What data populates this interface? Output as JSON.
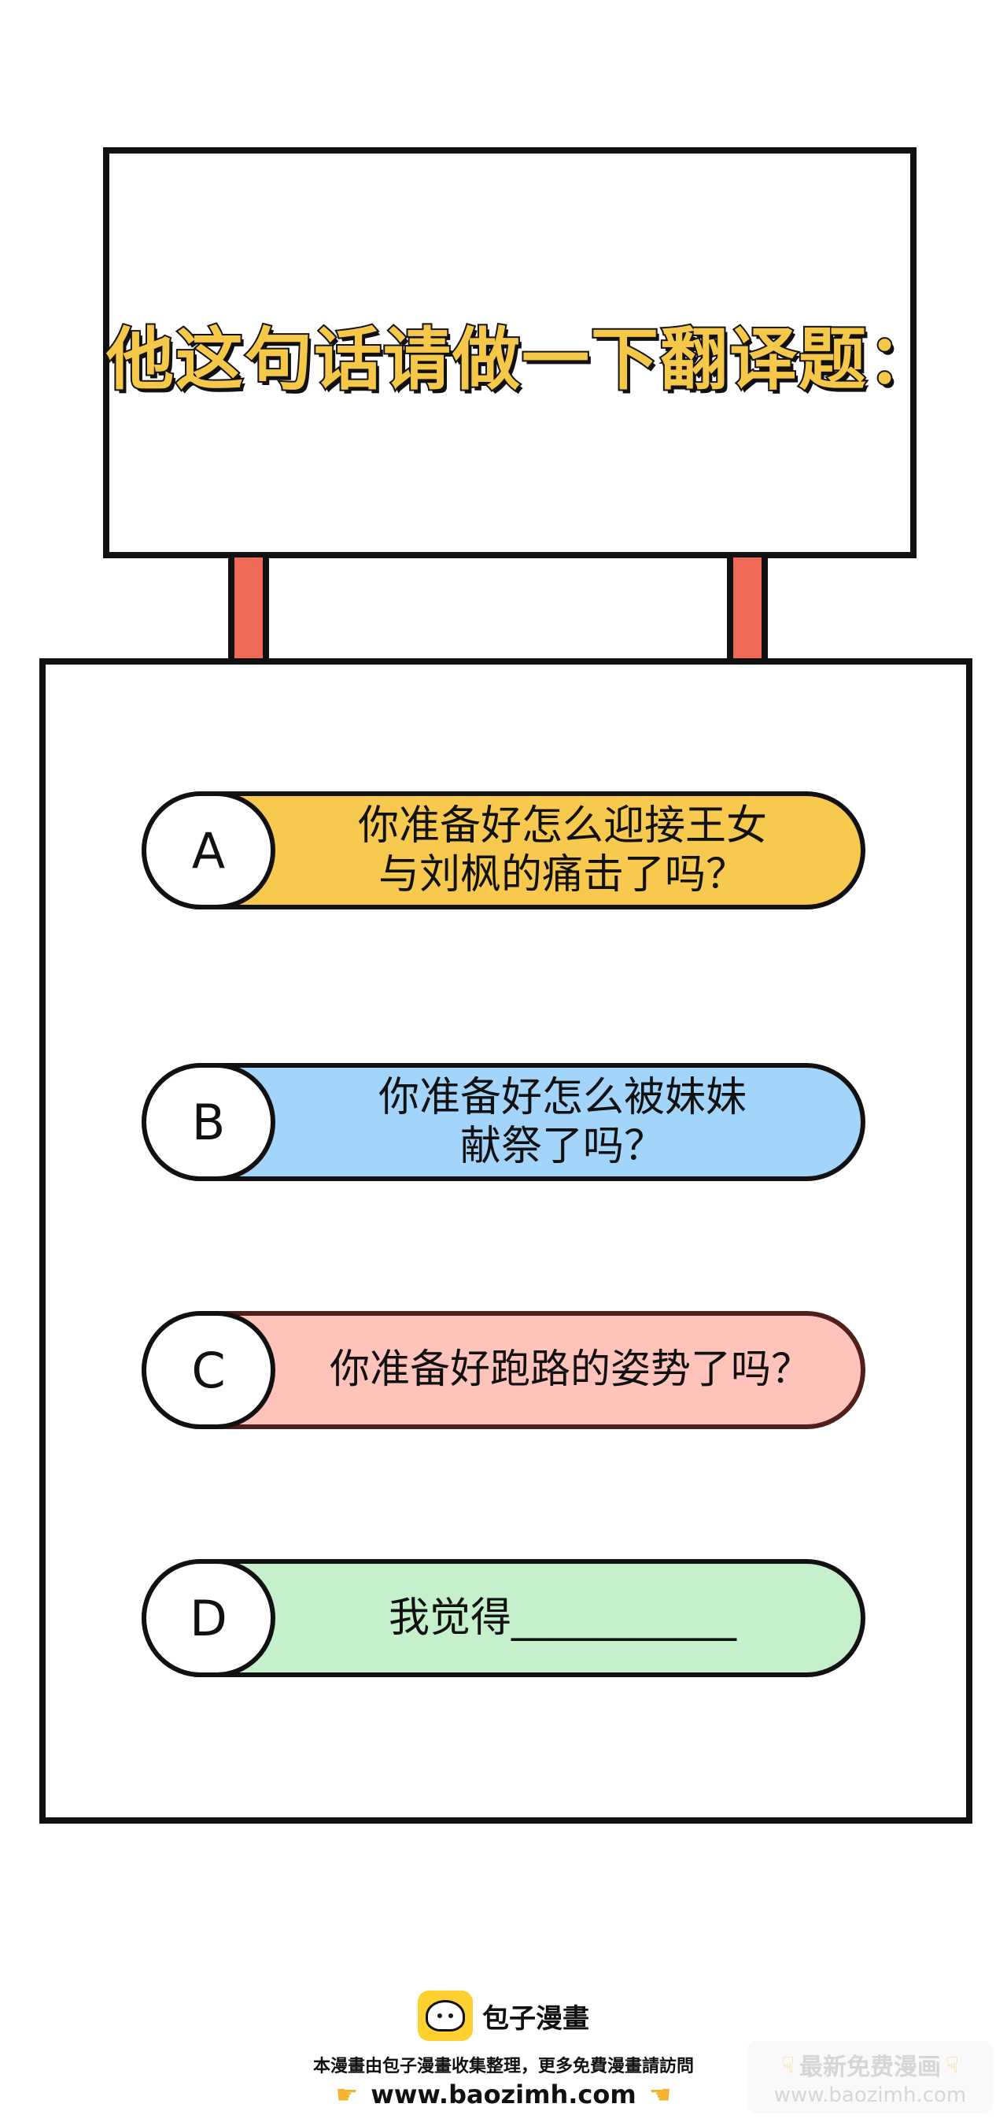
{
  "sign": {
    "title": "他这句话请做一下翻译题："
  },
  "options": [
    {
      "letter": "A",
      "text": "你准备好怎么迎接王女\n与刘枫的痛击了吗？"
    },
    {
      "letter": "B",
      "text": "你准备好怎么被妹妹\n献祭了吗？"
    },
    {
      "letter": "C",
      "text": "你准备好跑路的姿势了吗？"
    },
    {
      "letter": "D",
      "text": "我觉得___________"
    }
  ],
  "colors": {
    "sign_title": "#f6c84a",
    "post": "#ee6b57",
    "option_a": "#f7c94e",
    "option_b": "#a3d5fa",
    "option_c": "#fec3bb",
    "option_d": "#c4f1cb"
  },
  "footer": {
    "brand_name": "包子漫畫",
    "note": "本漫畫由包子漫畫收集整理，更多免費漫畫請訪問",
    "url": "www.baozimh.com",
    "left_hand_icon": "pointing-right-hand-icon",
    "right_hand_icon": "pointing-left-hand-icon",
    "logo_icon": "bun-logo-icon"
  },
  "watermark": {
    "label": "最新免费漫画",
    "url": "www.baozimh.com",
    "hand_icon": "pointing-down-hand-icon"
  }
}
